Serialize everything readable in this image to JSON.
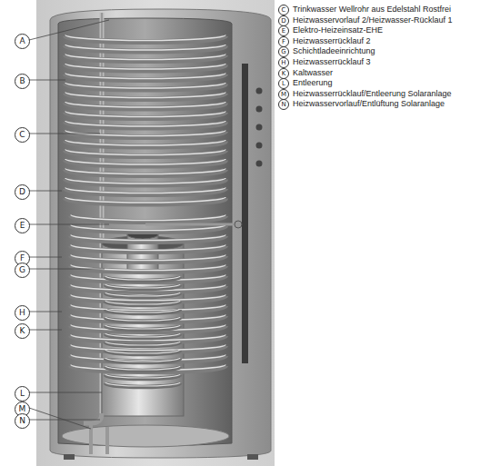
{
  "diagram": {
    "labels": [
      "A",
      "B",
      "C",
      "D",
      "E",
      "F",
      "G",
      "H",
      "K",
      "L",
      "M",
      "N",
      "C",
      "Trinkwasser Wellrohr aus Edelstahl Rostfrei",
      "D",
      "Heizwasservorlauf 2/Heizwasser-Rücklauf 1",
      "E",
      "Elektro-Heizeinsatz-EHE",
      "F",
      "Heizwasserrücklauf 2",
      "G",
      "Schichtladeeinrichtung",
      "H",
      "Heizwasserrücklauf 3",
      "K",
      "Kaltwasser",
      "L",
      "Entleerung",
      "M",
      "Heizwasserrücklauf/Entleerung Solaranlage",
      "N",
      "Heizwasservorlauf/Entlüftung Solaranlage"
    ]
  }
}
